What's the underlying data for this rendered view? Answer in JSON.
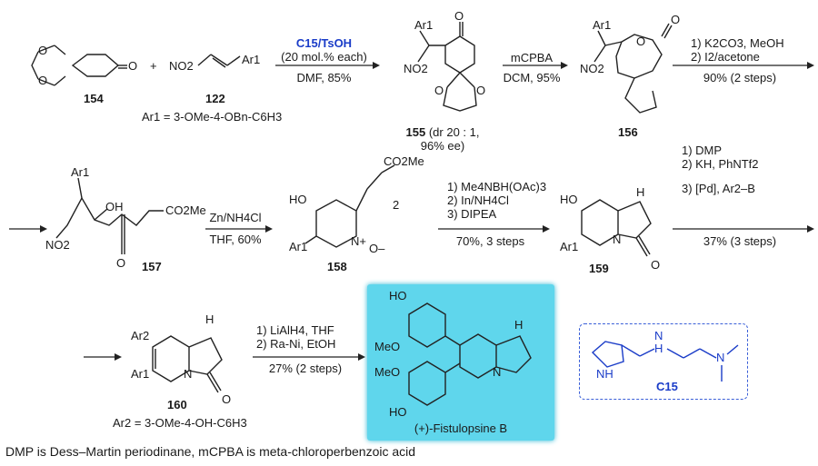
{
  "compounds": {
    "c154": "154",
    "c122": "122",
    "c155": "155",
    "c155_note_a": "(dr 20 : 1,",
    "c155_note_b": "96% ee)",
    "c156": "156",
    "c157": "157",
    "c158": "158",
    "c159": "159",
    "c160": "160",
    "c15_label": "C15"
  },
  "definitions": {
    "ar1": "Ar1 = 3-OMe-4-OBn-C6H3",
    "ar2": "Ar2 = 3-OMe-4-OH-C6H3"
  },
  "steps": {
    "s1_reagent": "C15/TsOH",
    "s1_cond": "(20 mol.% each)",
    "s1_solvent": "DMF, 85%",
    "s2_reagent": "mCPBA",
    "s2_solvent": "DCM, 95%",
    "s3_line1": "1) K2CO3, MeOH",
    "s3_line2": "2) I2/acetone",
    "s3_yield": "90% (2 steps)",
    "s4_reagent": "Zn/NH4Cl",
    "s4_yield": "THF, 60%",
    "s5_line1": "1) Me4NBH(OAc)3",
    "s5_line2": "2) In/NH4Cl",
    "s5_line3": "3) DIPEA",
    "s5_yield": "70%, 3 steps",
    "s6_line1": "1) DMP",
    "s6_line2": "2) KH, PhNTf2",
    "s6_line3": "3) [Pd], Ar2–B",
    "s6_yield": "37% (3 steps)",
    "s7_line1": "1) LiAlH4, THF",
    "s7_line2": "2) Ra-Ni, EtOH",
    "s7_yield": "27% (2 steps)"
  },
  "product_name": "(+)-Fistulopsine B",
  "footnote": "DMP is Dess–Martin periodinane, mCPBA is meta-chloroperbenzoic acid",
  "atoms": {
    "O": "O",
    "OH": "OH",
    "HO": "HO",
    "H": "H",
    "N": "N",
    "NH": "NH",
    "B": "B",
    "NO2": "NO2",
    "CO2Me": "CO2Me",
    "MeO": "MeO",
    "Ar1": "Ar1",
    "Ar2": "Ar2",
    "Nplus": "N+",
    "Ominus": "O–",
    "plus": "+",
    "two": "2"
  },
  "colors": {
    "accent_blue": "#1a3cc8",
    "highlight": "#5fd6ec"
  }
}
